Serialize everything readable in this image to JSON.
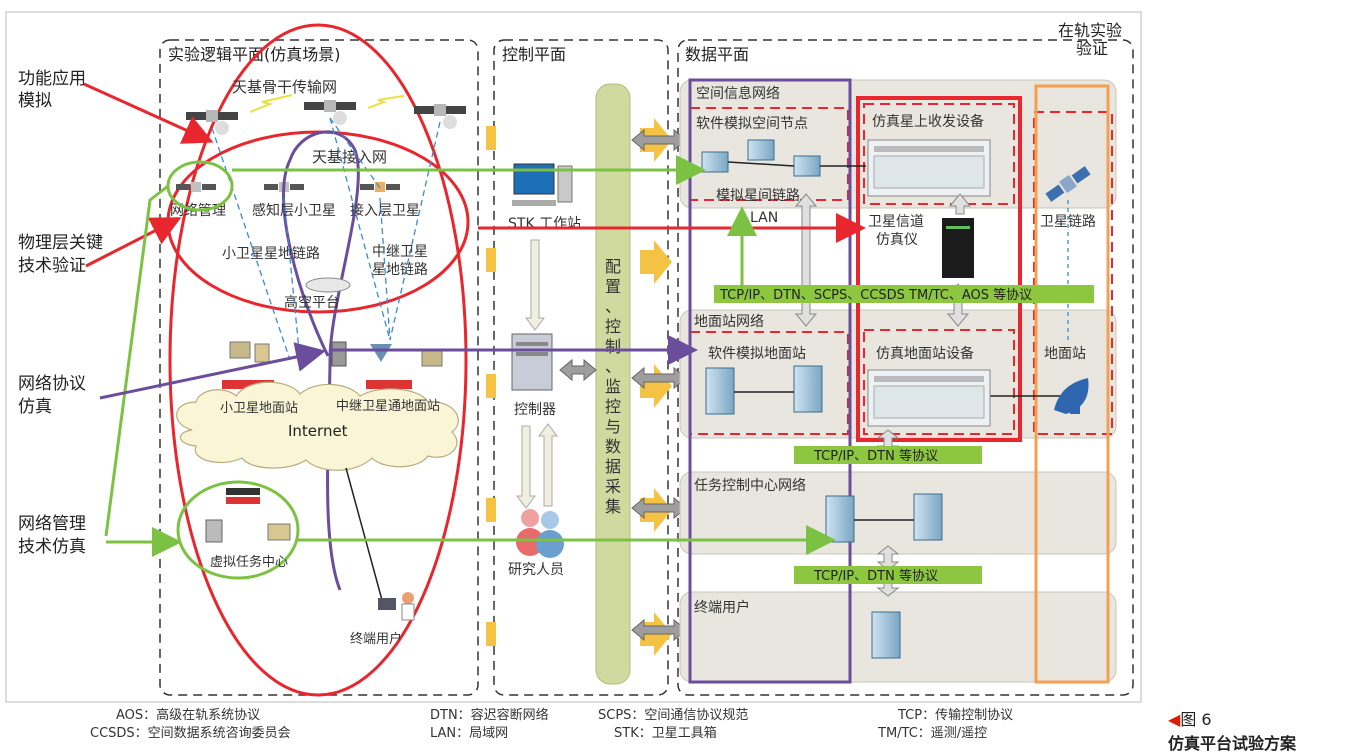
{
  "left_labels": {
    "func_app": [
      "功能应用",
      "模拟"
    ],
    "phys_layer": [
      "物理层关键",
      "技术验证"
    ],
    "net_protocol": [
      "网络协议",
      "仿真"
    ],
    "net_mgmt": [
      "网络管理",
      "技术仿真"
    ]
  },
  "panels": {
    "logic_plane": "实验逻辑平面(仿真场景)",
    "control_plane": "控制平面",
    "data_plane": "数据平面",
    "onorbit": [
      "在轨实验",
      "验证"
    ]
  },
  "logic": {
    "backbone": "天基骨干传输网",
    "access": "天基接入网",
    "net_mgmt": "网络管理",
    "sense_sat": "感知层小卫星",
    "access_sat": "接入层卫星",
    "small_sat_link": "小卫星星地链路",
    "relay_link": [
      "中继卫星",
      "星地链路"
    ],
    "hap": "高空平台",
    "small_gs": "小卫星地面站",
    "relay_gs": "中继卫星通地面站",
    "internet": "Internet",
    "vmc": "虚拟任务中心",
    "terminal": "终端用户"
  },
  "control": {
    "stk": "STK 工作站",
    "controller": "控制器",
    "researchers": "研究人员",
    "bar": [
      "配",
      "置",
      "、",
      "控",
      "制",
      "、",
      "监",
      "控",
      "与",
      "数",
      "据",
      "采",
      "集"
    ]
  },
  "data": {
    "space_net": "空间信息网络",
    "soft_node": "软件模拟空间节点",
    "isl": "模拟星间链路",
    "onboard": "仿真星上收发设备",
    "lan": "LAN",
    "channel_sim": [
      "卫星信道",
      "仿真仪"
    ],
    "sat_link": "卫星链路",
    "proto_bar1": "TCP/IP、DTN、SCPS、CCSDS TM/TC、AOS 等协议",
    "gs_net": "地面站网络",
    "soft_gs": "软件模拟地面站",
    "sim_gs": "仿真地面站设备",
    "gs": "地面站",
    "proto_bar2": "TCP/IP、DTN 等协议",
    "mcc_net": "任务控制中心网络",
    "proto_bar3": "TCP/IP、DTN 等协议",
    "end_user": "终端用户"
  },
  "legend": {
    "aos": "AOS：高级在轨系统协议",
    "ccsds": "CCSDS：空间数据系统咨询委员会",
    "dtn": "DTN：容迟容断网络",
    "lan": "LAN：局域网",
    "scps": "SCPS：空间通信协议规范",
    "stk": "STK：卫星工具箱",
    "tcp": "TCP：传输控制协议",
    "tmtc": "TM/TC：遥测/遥控"
  },
  "caption": {
    "number": "图 6",
    "title": "仿真平台试验方案"
  },
  "colors": {
    "red": "#e8262d",
    "green": "#7cc242",
    "purple": "#6b4e9b",
    "orange": "#f5a050",
    "yellow": "#f5c344",
    "olive_bar": "#cfd9a0",
    "proto_green": "#8dc63f",
    "panel_gray": "#e8e6df",
    "cloud": "#faf5d6"
  }
}
